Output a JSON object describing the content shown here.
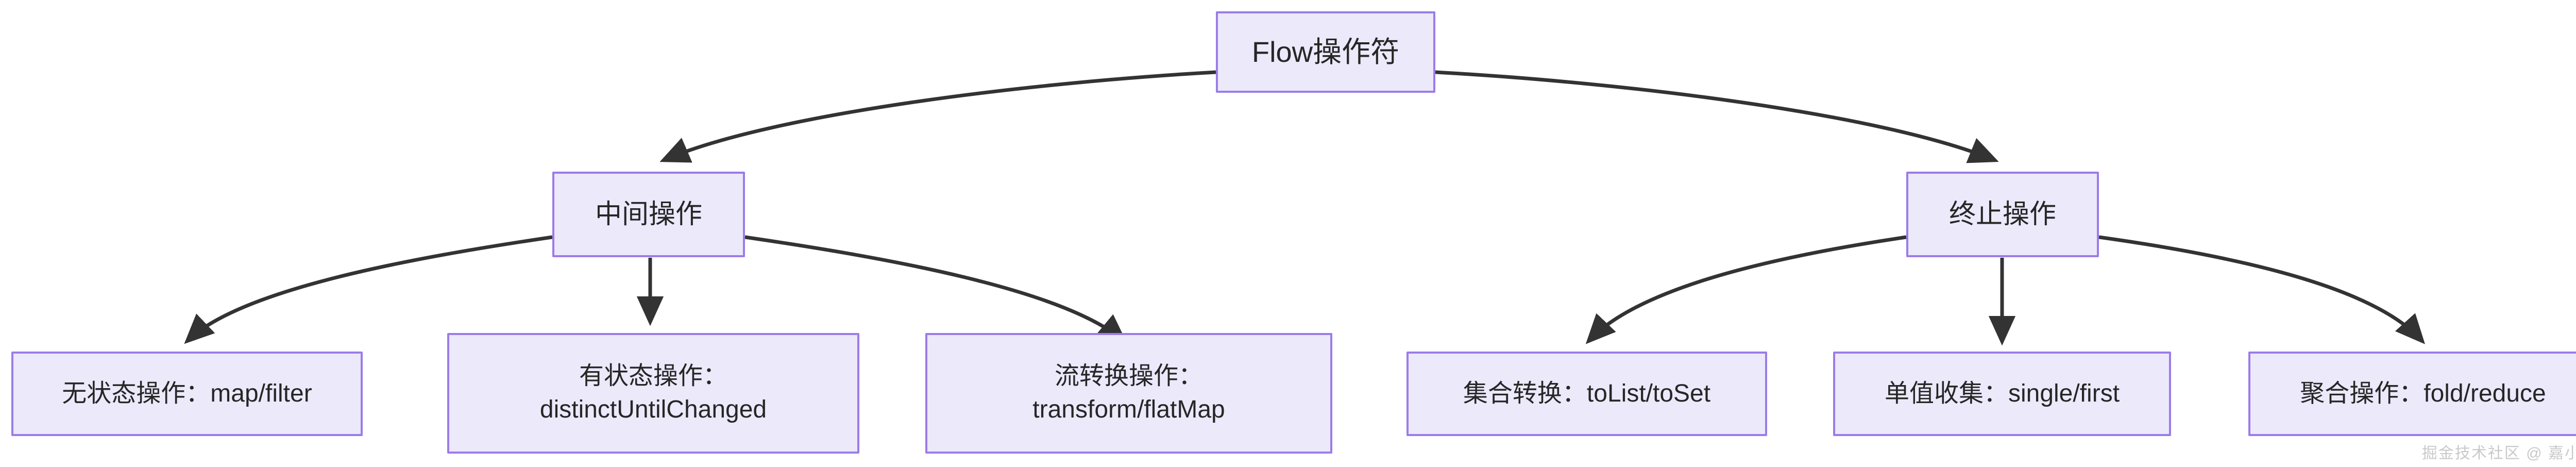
{
  "diagram": {
    "type": "flowchart-tree",
    "direction": "top-down",
    "colors": {
      "node_fill": "#ece9fb",
      "node_border": "#9b7ce8",
      "node_text": "#262626",
      "edge_stroke": "#333333",
      "background": "#ffffff",
      "watermark_text": "#c9c9c9"
    },
    "nodes": {
      "root": {
        "id": "flow-operators",
        "label": "Flow操作符",
        "lines": [
          "Flow操作符"
        ]
      },
      "level2": [
        {
          "id": "intermediate-operations",
          "label": "中间操作",
          "lines": [
            "中间操作"
          ]
        },
        {
          "id": "terminal-operations",
          "label": "终止操作",
          "lines": [
            "终止操作"
          ]
        }
      ],
      "level3": [
        {
          "id": "stateless-operations",
          "parent": "intermediate-operations",
          "label": "无状态操作：map/filter",
          "lines": [
            "无状态操作：map/filter"
          ]
        },
        {
          "id": "stateful-operations",
          "parent": "intermediate-operations",
          "label": "有状态操作：distinctUntilChanged",
          "lines": [
            "有状态操作：",
            "distinctUntilChanged"
          ]
        },
        {
          "id": "stream-transform-operations",
          "parent": "intermediate-operations",
          "label": "流转换操作：transform/flatMap",
          "lines": [
            "流转换操作：",
            "transform/flatMap"
          ]
        },
        {
          "id": "collection-conversion",
          "parent": "terminal-operations",
          "label": "集合转换：toList/toSet",
          "lines": [
            "集合转换：toList/toSet"
          ]
        },
        {
          "id": "single-value-collect",
          "parent": "terminal-operations",
          "label": "单值收集：single/first",
          "lines": [
            "单值收集：single/first"
          ]
        },
        {
          "id": "aggregate-operations",
          "parent": "terminal-operations",
          "label": "聚合操作：fold/reduce",
          "lines": [
            "聚合操作：fold/reduce"
          ]
        }
      ]
    },
    "edges": [
      {
        "from": "flow-operators",
        "to": "intermediate-operations"
      },
      {
        "from": "flow-operators",
        "to": "terminal-operations"
      },
      {
        "from": "intermediate-operations",
        "to": "stateless-operations"
      },
      {
        "from": "intermediate-operations",
        "to": "stateful-operations"
      },
      {
        "from": "intermediate-operations",
        "to": "stream-transform-operations"
      },
      {
        "from": "terminal-operations",
        "to": "collection-conversion"
      },
      {
        "from": "terminal-operations",
        "to": "single-value-collect"
      },
      {
        "from": "terminal-operations",
        "to": "aggregate-operations"
      }
    ]
  },
  "watermark": {
    "text": "掘金技术社区 @ 嘉小华"
  }
}
